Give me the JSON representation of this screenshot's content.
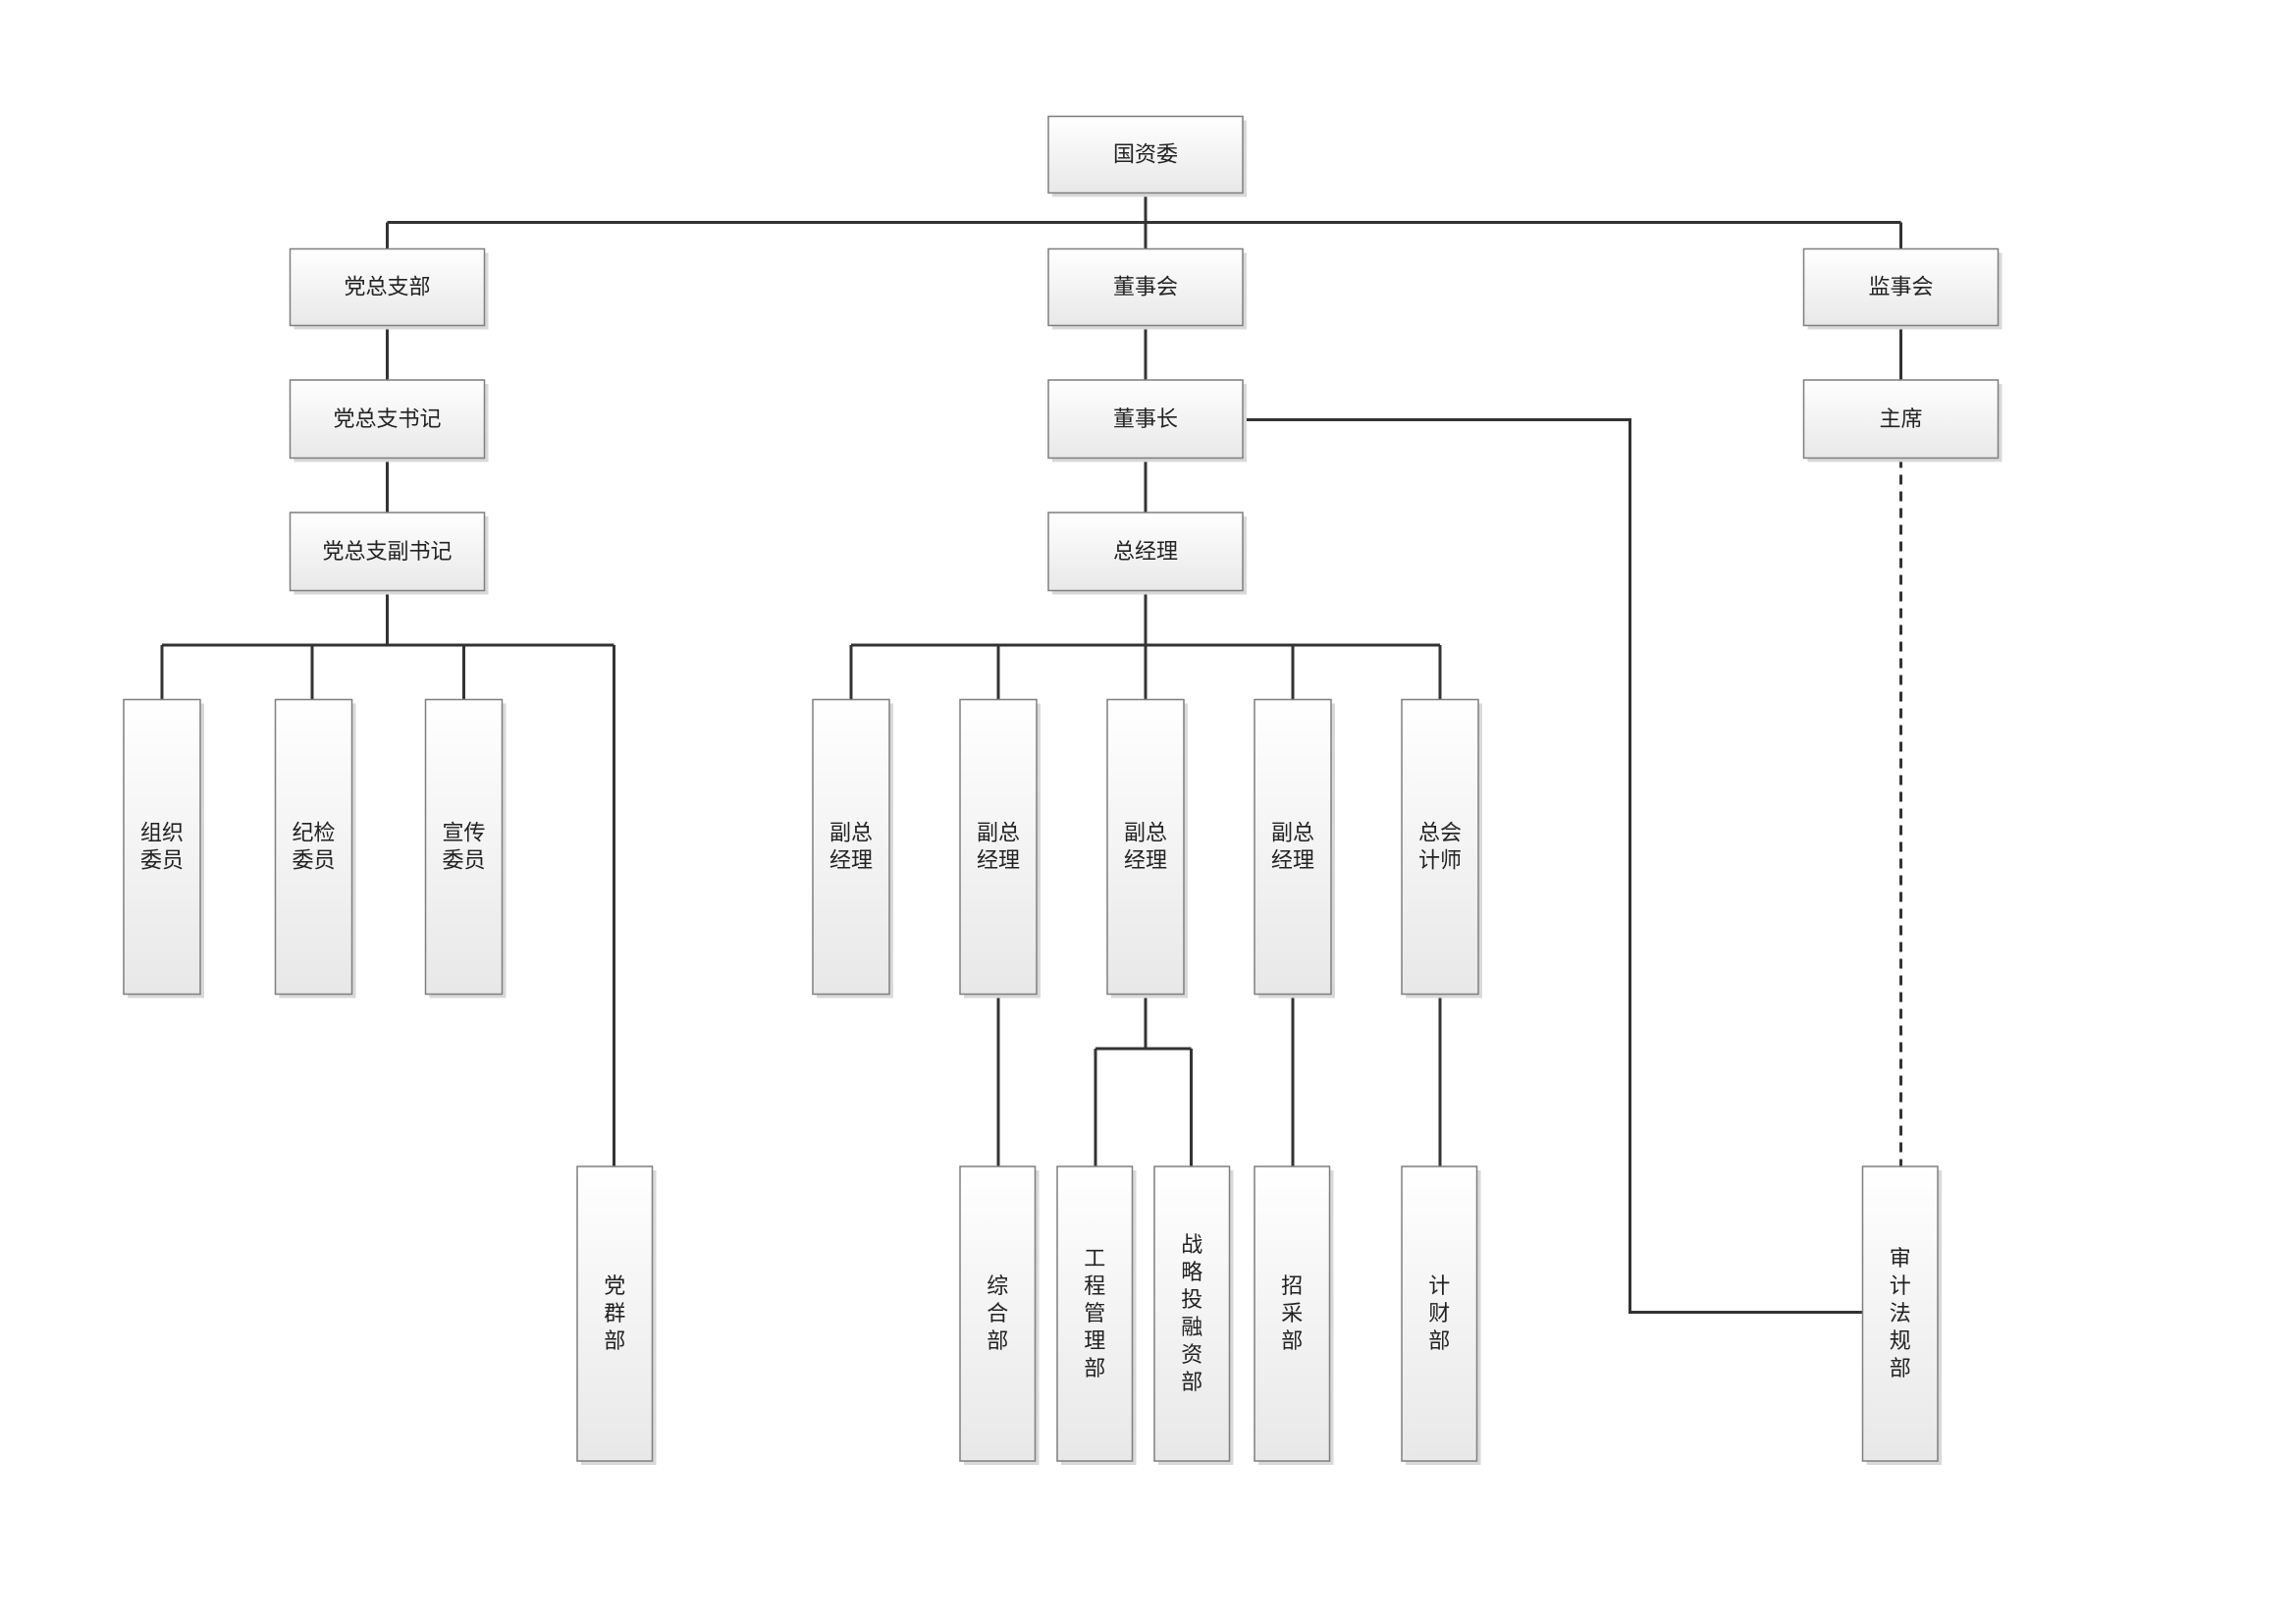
{
  "nodes": {
    "sasac": "国资委",
    "party_branch": "党总支部",
    "board": "董事会",
    "supervisory_board": "监事会",
    "party_secretary": "党总支书记",
    "chairman": "董事长",
    "supervisory_chair": "主席",
    "party_deputy_secretary": "党总支副书记",
    "general_manager": "总经理",
    "org_committee": "组织委员",
    "discipline_committee": "纪检委员",
    "publicity_committee": "宣传委员",
    "deputy_gm_1": "副总经理",
    "deputy_gm_2": "副总经理",
    "deputy_gm_3": "副总经理",
    "deputy_gm_4": "副总经理",
    "chief_accountant": "总会计师",
    "party_mass_dept": "党群部",
    "general_dept": "综合部",
    "engineering_dept": "工程管理部",
    "strategy_dept": "战略投融资部",
    "procurement_dept": "招采部",
    "finance_dept": "计财部",
    "audit_dept": "审计法规部"
  },
  "colors": {
    "box_top": "#ffffff",
    "box_bottom": "#e8e8e8",
    "border": "#7f7f7f",
    "line": "#333333"
  }
}
